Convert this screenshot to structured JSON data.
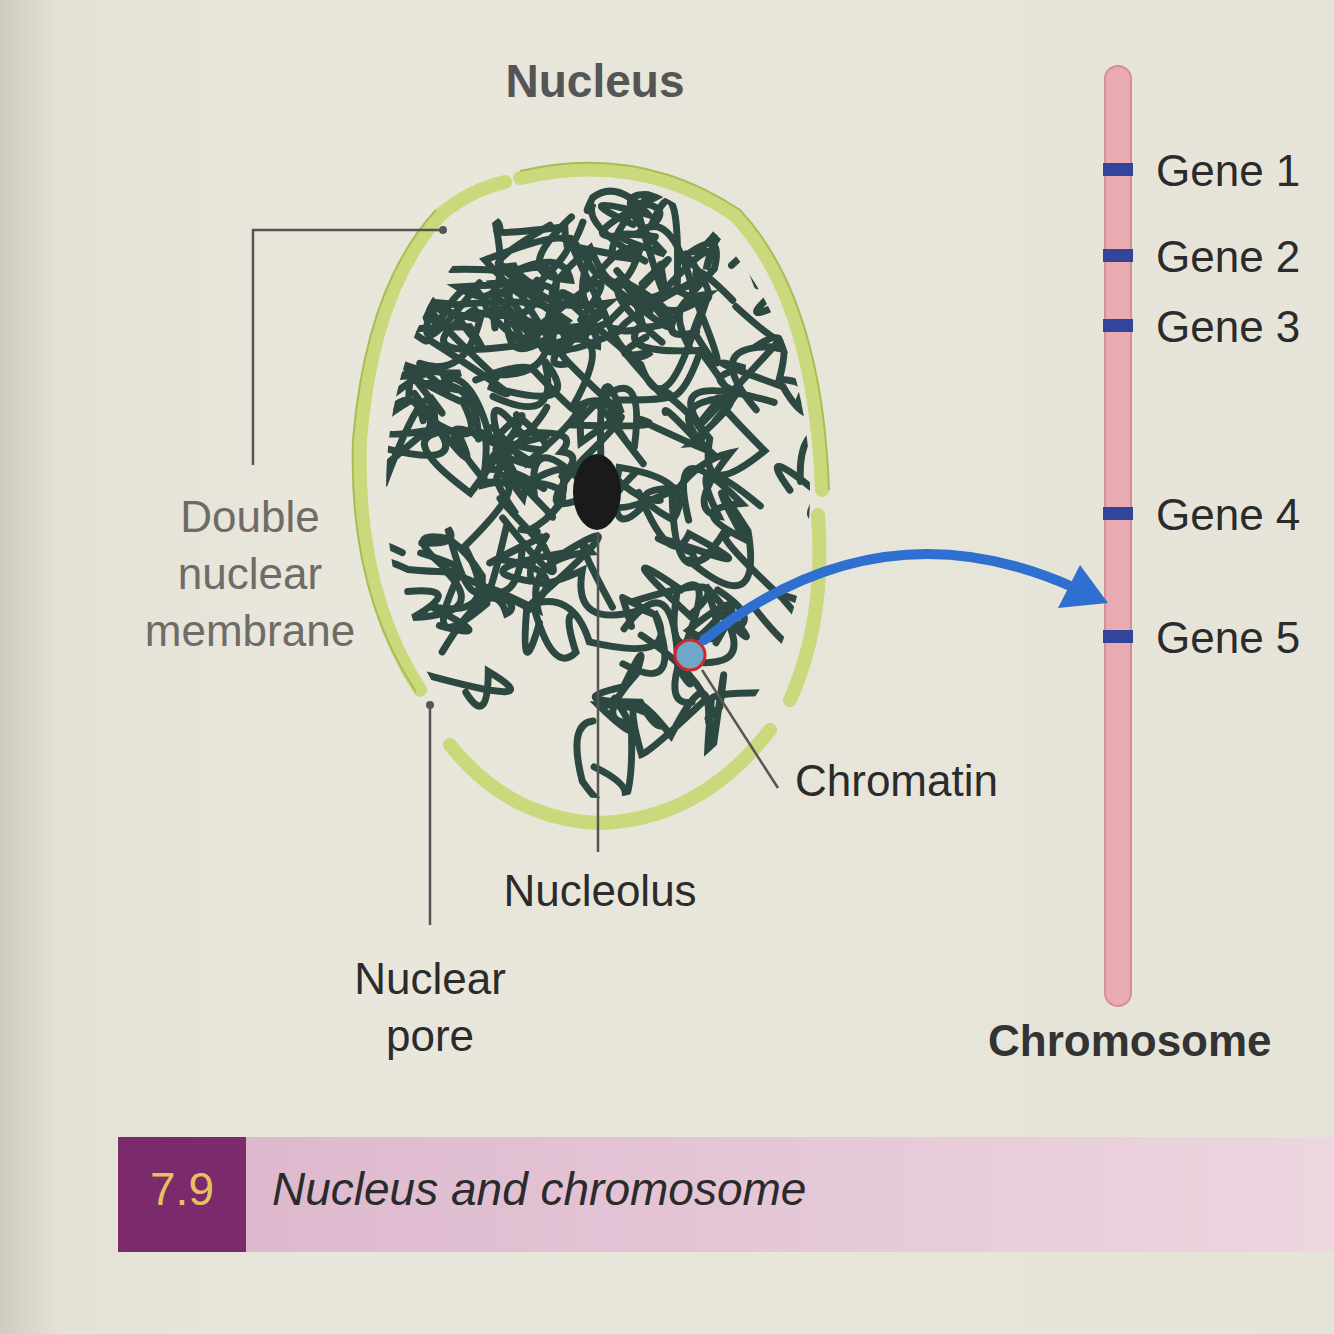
{
  "diagram": {
    "title": "Nucleus",
    "caption": "Nucleus and chromosome",
    "labels": [
      "Double nuclear membrane",
      "Nuclear pore",
      "Nucleolus",
      "Chromatin",
      "Gene 1",
      "Gene 2",
      "Gene 3",
      "Gene 4",
      "Gene 5",
      "Chromosome",
      "7.9"
    ]
  }
}
